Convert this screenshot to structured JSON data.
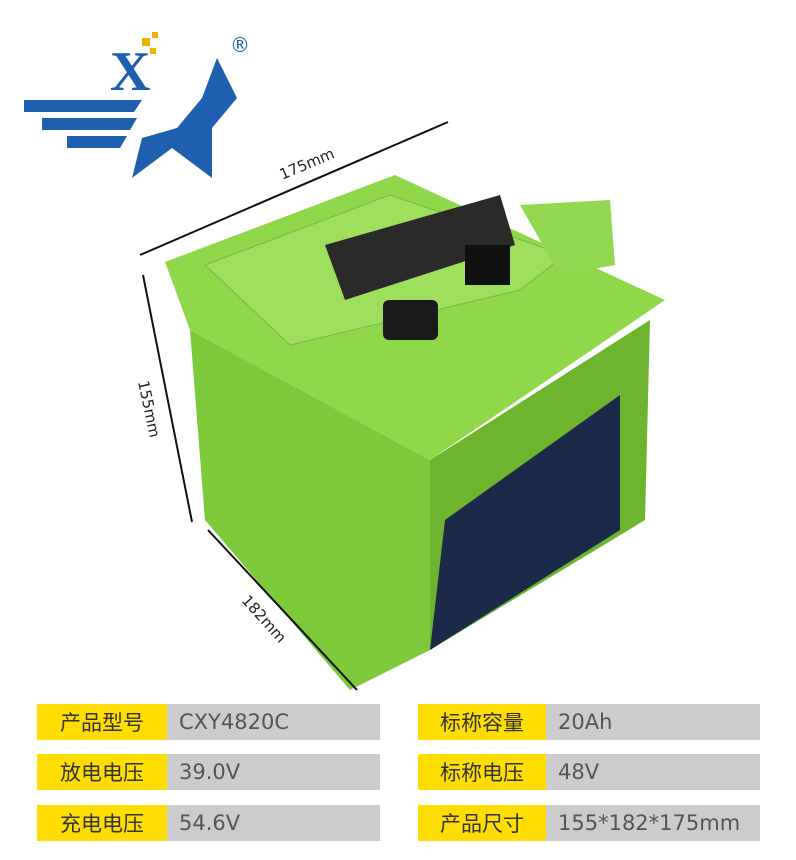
{
  "logo": {
    "letter": "X",
    "registered": "®",
    "colors": {
      "blue": "#1f5fb0",
      "gold": "#f0b400"
    }
  },
  "dimensions": {
    "length": "175mm",
    "height": "155mm",
    "width": "182mm"
  },
  "product": {
    "body_color": "#8fd84a",
    "handle_color": "#9ee05e"
  },
  "specs": [
    {
      "label": "产品型号",
      "value": "CXY4820C"
    },
    {
      "label": "标称容量",
      "value": "20Ah"
    },
    {
      "label": "放电电压",
      "value": "39.0V"
    },
    {
      "label": "标称电压",
      "value": "48V"
    },
    {
      "label": "充电电压",
      "value": "54.6V"
    },
    {
      "label": "产品尺寸",
      "value": "155*182*175mm"
    }
  ]
}
